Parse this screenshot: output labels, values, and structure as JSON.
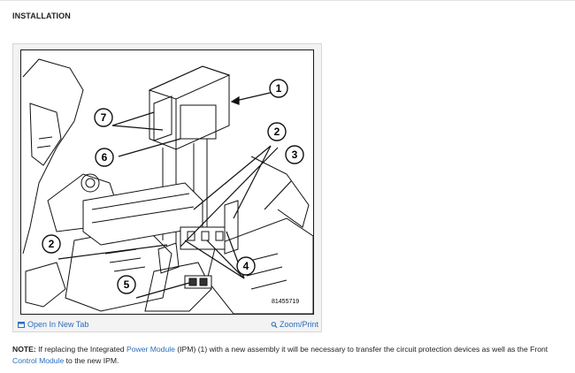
{
  "section": {
    "title": "INSTALLATION"
  },
  "figure": {
    "id_label": "81455719",
    "callouts": [
      "1",
      "2",
      "2",
      "3",
      "4",
      "5",
      "6",
      "7"
    ],
    "open_new_tab": "Open In New Tab",
    "zoom_print": "Zoom/Print",
    "icons": {
      "open_new_tab": "open-new-tab-icon",
      "zoom": "zoom-icon"
    }
  },
  "note": {
    "label": "NOTE:",
    "part1": "If replacing the Integrated ",
    "link1": "Power Module",
    "part2": " (IPM) (1) with a new assembly it will be necessary to transfer the circuit protection devices as well as the Front ",
    "link2": "Control Module",
    "part3": " to the new IPM."
  },
  "colors": {
    "link": "#2a6ebd",
    "text": "#222222",
    "frame": "#f3f3f3"
  }
}
